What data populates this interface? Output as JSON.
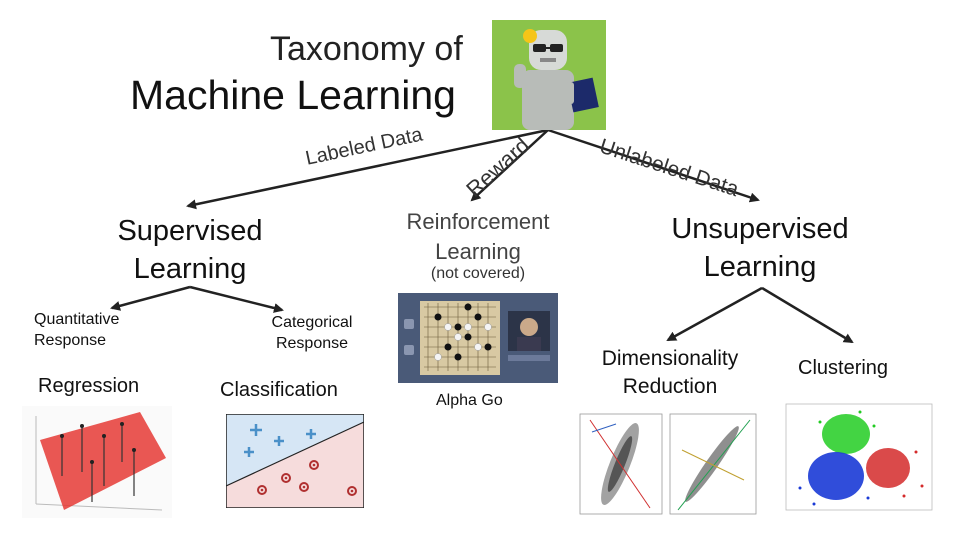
{
  "title": {
    "line1": "Taxonomy of",
    "line2": "Machine Learning"
  },
  "edges": {
    "labeled_data": "Labeled Data",
    "reward": "Reward",
    "unlabeled_data": "Unlabeled Data"
  },
  "categories": {
    "supervised": "Supervised Learning",
    "reinforcement": "Reinforcement Learning",
    "reinforcement_note": "(not covered)",
    "unsupervised": "Unsupervised Learning"
  },
  "supervised_branches": {
    "quantitative": "Quantitative Response",
    "categorical": "Categorical Response"
  },
  "leaves": {
    "regression": "Regression",
    "classification": "Classification",
    "alpha_go": "Alpha Go",
    "dimensionality_reduction": "Dimensionality Reduction",
    "clustering": "Clustering"
  },
  "colors": {
    "robot_bg": "#8bc34a",
    "regression_plane": "#e53935",
    "class_blue_region": "#d6e6f5",
    "class_red_region": "#f6dcdc",
    "plus_marker": "#4a90c8",
    "circle_marker": "#b03030",
    "cluster_green": "#22cc22",
    "cluster_blue": "#1a3ad6",
    "cluster_red": "#d42a2a"
  },
  "icons": {
    "robot": "robot-reading-book-icon",
    "go_board": "go-board-game-icon"
  }
}
